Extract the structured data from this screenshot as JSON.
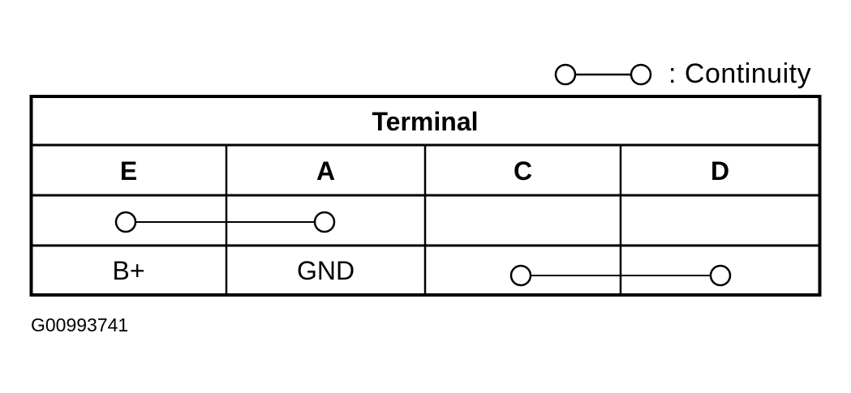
{
  "legend": {
    "label": ": Continuity",
    "icon": "continuity-symbol"
  },
  "table": {
    "title": "Terminal",
    "columns": [
      "E",
      "A",
      "C",
      "D"
    ],
    "rows": [
      {
        "labels": [
          "",
          "",
          "",
          ""
        ],
        "continuity": [
          "E",
          "A"
        ]
      },
      {
        "labels": [
          "B+",
          "GND",
          "",
          ""
        ],
        "continuity": [
          "C",
          "D"
        ]
      }
    ]
  },
  "figure_id": "G00993741"
}
